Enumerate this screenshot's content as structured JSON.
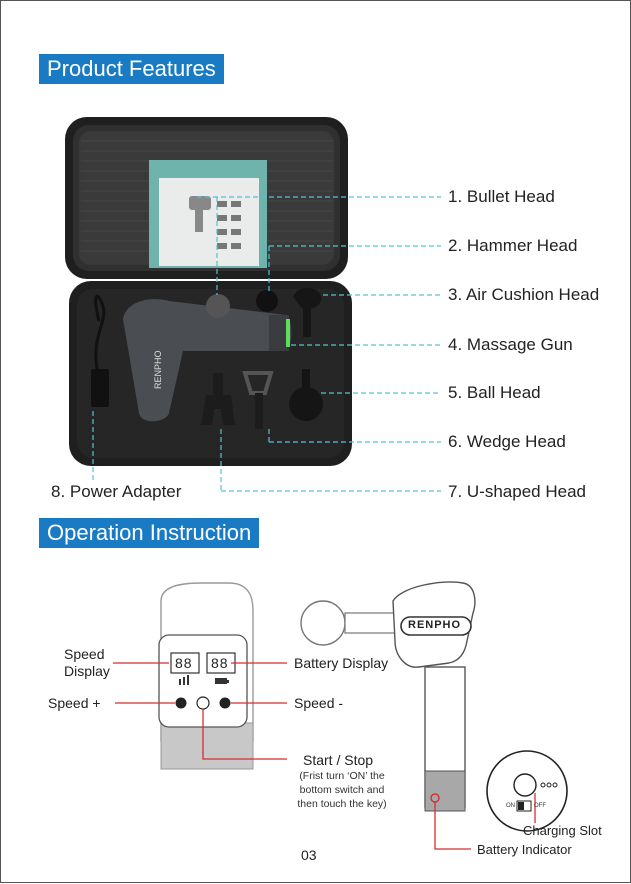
{
  "sections": {
    "features_title": "Product Features",
    "operation_title": "Operation Instruction"
  },
  "features": {
    "bullet_head": "1. Bullet Head",
    "hammer_head": "2. Hammer Head",
    "air_cushion_head": "3. Air Cushion Head",
    "massage_gun": "4. Massage Gun",
    "ball_head": "5. Ball Head",
    "wedge_head": "6. Wedge Head",
    "u_shaped_head": "7. U-shaped Head",
    "power_adapter": "8.  Power Adapter"
  },
  "operation": {
    "speed_display_line1": "Speed",
    "speed_display_line2": "Display",
    "speed_plus": "Speed +",
    "battery_display": "Battery Display",
    "speed_minus": "Speed -",
    "start_stop": "Start / Stop",
    "start_stop_note1": "(Frist turn ‘ON’ the",
    "start_stop_note2": "bottom switch and",
    "start_stop_note3": "then touch the key)",
    "charging_slot": "Charging Slot",
    "battery_indicator": "Battery Indicator",
    "display_digits_left": "88",
    "display_digits_right": "88",
    "brand": "RENPHO",
    "switch_on": "ON",
    "switch_off": "OFF"
  },
  "page_number": "03",
  "colors": {
    "section_title_bg": "#1a7bc5",
    "leader_line": "#4fc3d8",
    "red_leader": "#d32f2f",
    "case_dark": "#2a2a2a"
  }
}
